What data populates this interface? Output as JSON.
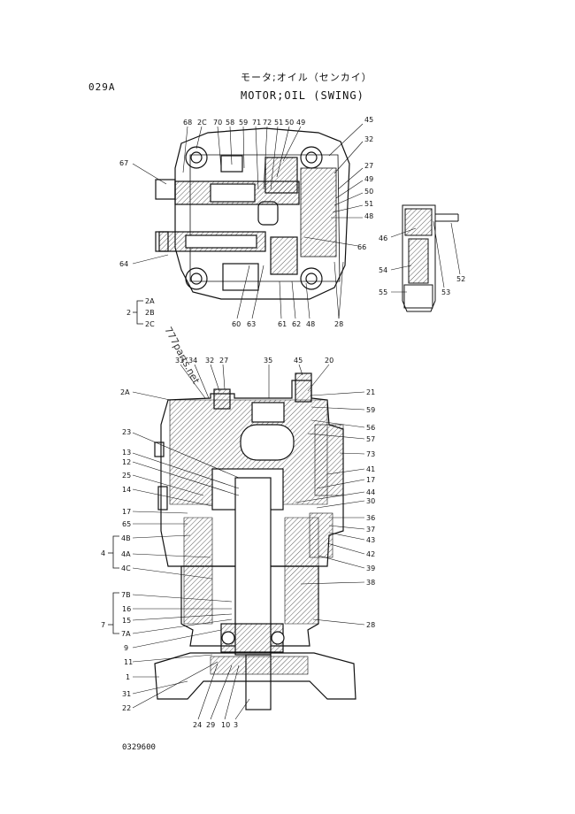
{
  "header": {
    "page_code": "029A",
    "title_jp": "モータ;オイル（センカイ）",
    "title_en": "MOTOR;OIL (SWING)",
    "drawing_number": "0329600",
    "watermark": "777parts.net"
  },
  "top_view_labels": {
    "top_row": [
      "68",
      "2C",
      "70",
      "58",
      "59",
      "71",
      "72",
      "51",
      "50",
      "49"
    ],
    "left": [
      "67",
      "64"
    ],
    "right": [
      "45",
      "32",
      "27",
      "49",
      "50",
      "51",
      "48",
      "66"
    ],
    "bottom_row": [
      "60",
      "63",
      "61",
      "62",
      "48",
      "28"
    ],
    "group_2": {
      "main": "2",
      "subs": [
        "2A",
        "2B",
        "2C"
      ]
    }
  },
  "side_detail_labels": [
    "46",
    "54",
    "55",
    "53",
    "52"
  ],
  "section_view_labels": {
    "top_row": [
      "33",
      "34",
      "32",
      "27",
      "35",
      "45",
      "20"
    ],
    "left": [
      "2A",
      "23",
      "13",
      "12",
      "25",
      "14",
      "17",
      "65",
      "4B",
      "4A",
      "4C",
      "7B",
      "16",
      "15",
      "7A",
      "9",
      "11",
      "1",
      "31",
      "22"
    ],
    "right": [
      "21",
      "59",
      "56",
      "57",
      "73",
      "41",
      "17",
      "44",
      "30",
      "36",
      "37",
      "43",
      "42",
      "39",
      "38",
      "28"
    ],
    "bottom_row": [
      "24",
      "29",
      "10",
      "3"
    ],
    "group_4": {
      "main": "4",
      "subs": [
        "4B",
        "4A",
        "4C"
      ]
    },
    "group_7": {
      "main": "7",
      "subs": [
        "7B",
        "16",
        "15",
        "7A"
      ]
    }
  }
}
